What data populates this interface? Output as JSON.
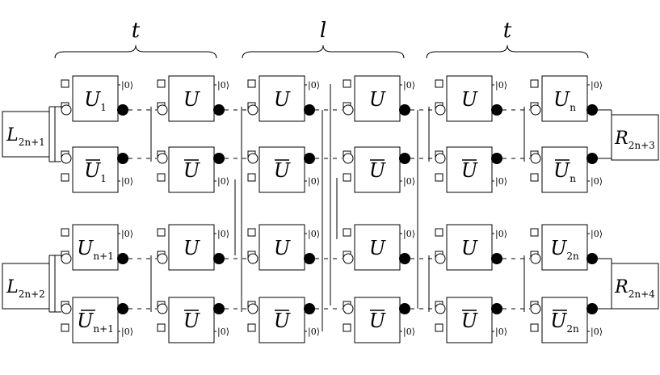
{
  "brackets": [
    "t",
    "l",
    "t"
  ],
  "ket_label": "|0⟩",
  "side_boxes": {
    "left": [
      {
        "main": "L",
        "sub": "2n+1"
      },
      {
        "main": "L",
        "sub": "2n+2"
      }
    ],
    "right": [
      {
        "main": "R",
        "sub": "2n+3"
      },
      {
        "main": "R",
        "sub": "2n+4"
      }
    ]
  },
  "gate_rows": [
    [
      {
        "main": "U",
        "sub": "1",
        "bar": false
      },
      {
        "main": "U",
        "sub": "",
        "bar": false
      },
      {
        "main": "U",
        "sub": "",
        "bar": false
      },
      {
        "main": "U",
        "sub": "",
        "bar": false
      },
      {
        "main": "U",
        "sub": "",
        "bar": false
      },
      {
        "main": "U",
        "sub": "n",
        "bar": false
      }
    ],
    [
      {
        "main": "U",
        "sub": "1",
        "bar": true
      },
      {
        "main": "U",
        "sub": "",
        "bar": true
      },
      {
        "main": "U",
        "sub": "",
        "bar": true
      },
      {
        "main": "U",
        "sub": "",
        "bar": true
      },
      {
        "main": "U",
        "sub": "",
        "bar": true
      },
      {
        "main": "U",
        "sub": "n",
        "bar": true
      }
    ],
    [
      {
        "main": "U",
        "sub": "n+1",
        "bar": false
      },
      {
        "main": "U",
        "sub": "",
        "bar": false
      },
      {
        "main": "U",
        "sub": "",
        "bar": false
      },
      {
        "main": "U",
        "sub": "",
        "bar": false
      },
      {
        "main": "U",
        "sub": "",
        "bar": false
      },
      {
        "main": "U",
        "sub": "2n",
        "bar": false
      }
    ],
    [
      {
        "main": "U",
        "sub": "n+1",
        "bar": true
      },
      {
        "main": "U",
        "sub": "",
        "bar": true
      },
      {
        "main": "U",
        "sub": "",
        "bar": true
      },
      {
        "main": "U",
        "sub": "",
        "bar": true
      },
      {
        "main": "U",
        "sub": "",
        "bar": true
      },
      {
        "main": "U",
        "sub": "2n",
        "bar": true
      }
    ]
  ]
}
